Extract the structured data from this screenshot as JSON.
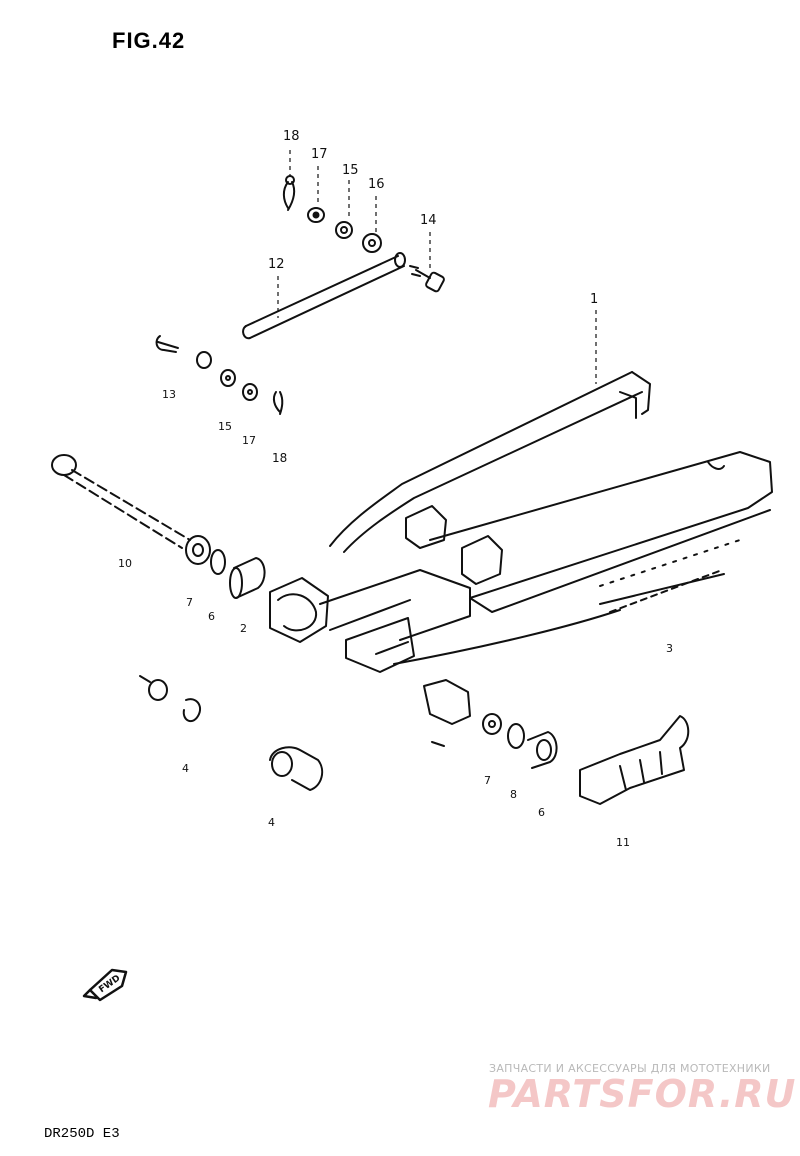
{
  "figure": {
    "title": "FIG.42",
    "model": "DR250D E3",
    "front_arrow_label": "FWD"
  },
  "watermark": {
    "caption": "ЗАПЧАСТИ И АКСЕССУАРЫ ДЛЯ МОТОТЕХНИКИ",
    "logo": "PARTSFOR.RU"
  },
  "callouts": [
    {
      "id": "label-18-top",
      "text": "18"
    },
    {
      "id": "label-17-top",
      "text": "17"
    },
    {
      "id": "label-15-top",
      "text": "15"
    },
    {
      "id": "label-16-top",
      "text": "16"
    },
    {
      "id": "label-14",
      "text": "14"
    },
    {
      "id": "label-12",
      "text": "12"
    },
    {
      "id": "label-1",
      "text": "1"
    },
    {
      "id": "label-13",
      "text": "13"
    },
    {
      "id": "label-15-mid",
      "text": "15"
    },
    {
      "id": "label-17-mid",
      "text": "17"
    },
    {
      "id": "label-18-mid",
      "text": "18"
    },
    {
      "id": "label-10",
      "text": "10"
    },
    {
      "id": "label-7-left",
      "text": "7"
    },
    {
      "id": "label-6-left",
      "text": "6"
    },
    {
      "id": "label-3",
      "text": "3"
    },
    {
      "id": "label-2",
      "text": "2"
    },
    {
      "id": "label-4-left",
      "text": "4"
    },
    {
      "id": "label-4-mid",
      "text": "4"
    },
    {
      "id": "label-7-right",
      "text": "7"
    },
    {
      "id": "label-8",
      "text": "8"
    },
    {
      "id": "label-6-right",
      "text": "6"
    },
    {
      "id": "label-11",
      "text": "11"
    }
  ],
  "colors": {
    "ink": "#111111",
    "watermark_red": "#f4c7c7",
    "watermark_grey": "#b9b9b9"
  }
}
